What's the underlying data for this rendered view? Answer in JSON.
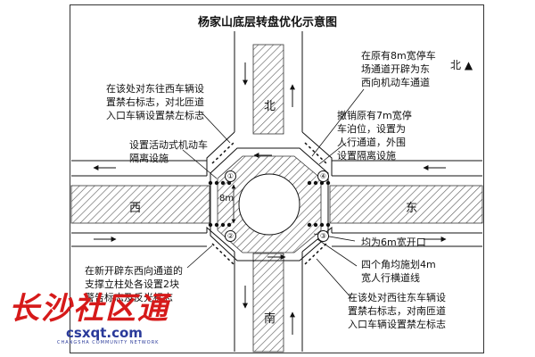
{
  "title": "杨家山底层转盘优化示意图",
  "compass": {
    "label": "北"
  },
  "roads": {
    "north": "北",
    "south": "南",
    "west": "西",
    "east": "东"
  },
  "width_label": "8m",
  "markers": [
    "①",
    "②",
    "③",
    "④"
  ],
  "notes": {
    "top_left": "在该处对东往西车辆设\n置禁右标志，对北匝道\n入口车辆设置禁左标志",
    "mid_left": "设置活动式机动车\n隔离设施",
    "top_right": "在原有8m宽停车\n场通道开辟为东\n西向机动车通道",
    "mid_right": "撤销原有7m宽停\n车泊位，设置为\n人行通道，外围\n设置隔离设施",
    "opening": "均为6m宽开口",
    "crosswalk": "四个角均施划4m\n宽人行横道线",
    "bottom_right": "在该处对西往东车辆设\n置禁右标志，对南匝道\n入口车辆设置禁左标志",
    "bottom_left": "在新开辟东西向通道的\n支撑立柱处各设置2块\n警告标志及反光标志"
  },
  "watermark": {
    "brand": "长沙社区通",
    "url": "csxqt.com",
    "sub": "CHANGSHA COMMUNITY NETWORK"
  }
}
